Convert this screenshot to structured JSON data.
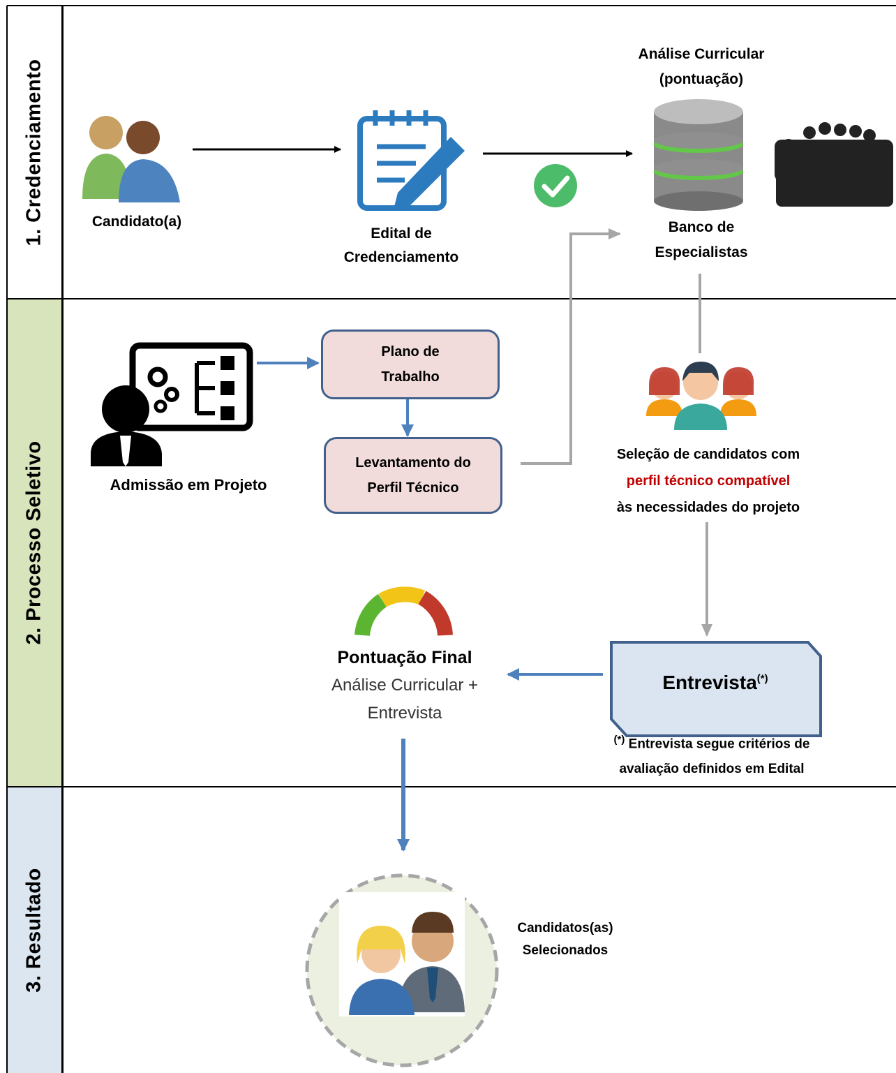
{
  "lanes": [
    {
      "label": "1.  Credenciamento"
    },
    {
      "label": "2. Processo Seletivo"
    },
    {
      "label": "3. Resultado"
    }
  ],
  "stage1": {
    "candidate": "Candidato(a)",
    "edital_line1": "Edital de",
    "edital_line2": "Credenciamento",
    "analise_line1": "Análise Curricular",
    "analise_line2": "(pontuação)",
    "banco_line1": "Banco de",
    "banco_line2": "Especialistas"
  },
  "stage2": {
    "admissao": "Admissão em Projeto",
    "plano_line1": "Plano de",
    "plano_line2": "Trabalho",
    "levantamento_line1": "Levantamento do",
    "levantamento_line2": "Perfil Técnico",
    "selecao_line1": "Seleção de candidatos com",
    "selecao_line2": "perfil técnico compatível",
    "selecao_line3": "às necessidades do projeto",
    "pontuacao_title": "Pontuação Final",
    "pontuacao_line1": "Análise Curricular +",
    "pontuacao_line2": "Entrevista",
    "entrevista": "Entrevista",
    "entrevista_mark": "(*)",
    "note_mark": "(*)",
    "note_line1": " Entrevista segue critérios de",
    "note_line2": "avaliação definidos em Edital"
  },
  "stage3": {
    "selected_line1": "Candidatos(as)",
    "selected_line2": "Selecionados"
  },
  "colors": {
    "lane2_fill": "#d8e4bc",
    "lane3_fill": "#dce6f1",
    "box_fill": "#f2dcdb",
    "box_border": "#41608c",
    "entrevista_fill": "#dbe5f1",
    "arrow_blue": "#4f81bd",
    "arrow_gray": "#a6a6a6",
    "highlight_red": "#c00000"
  }
}
